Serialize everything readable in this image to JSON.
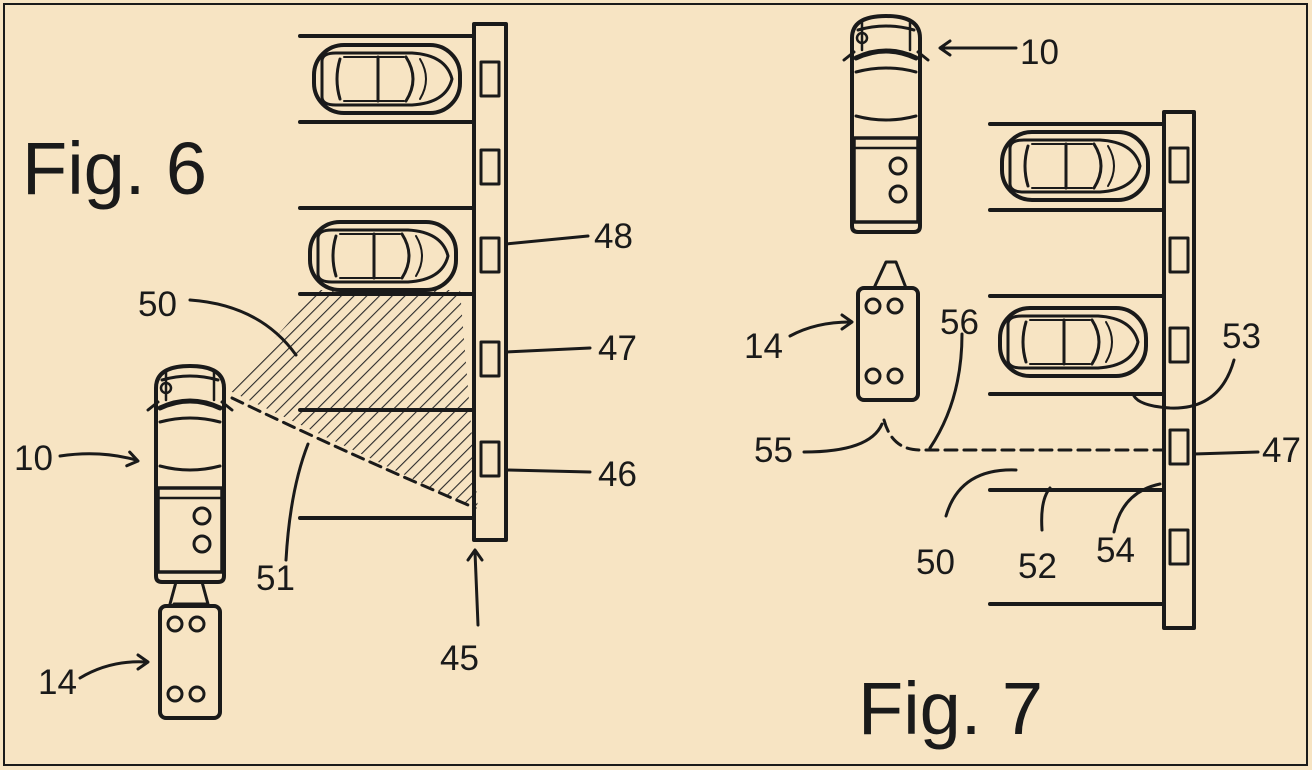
{
  "figures": [
    {
      "title": "Fig. 6",
      "labels": {
        "truck": "10",
        "trailer": "14",
        "rail": "45",
        "sensor_a": "46",
        "sensor_b": "47",
        "sensor_c": "48",
        "zone": "50",
        "boundary": "51"
      }
    },
    {
      "title": "Fig. 7",
      "labels": {
        "truck": "10",
        "trailer": "14",
        "sensor": "47",
        "zone": "50",
        "line_a": "52",
        "line_b": "53",
        "line_c": "54",
        "hitch": "55",
        "path": "56"
      }
    }
  ],
  "colors": {
    "background": "#f7e4c3",
    "ink": "#1a1a1a"
  }
}
